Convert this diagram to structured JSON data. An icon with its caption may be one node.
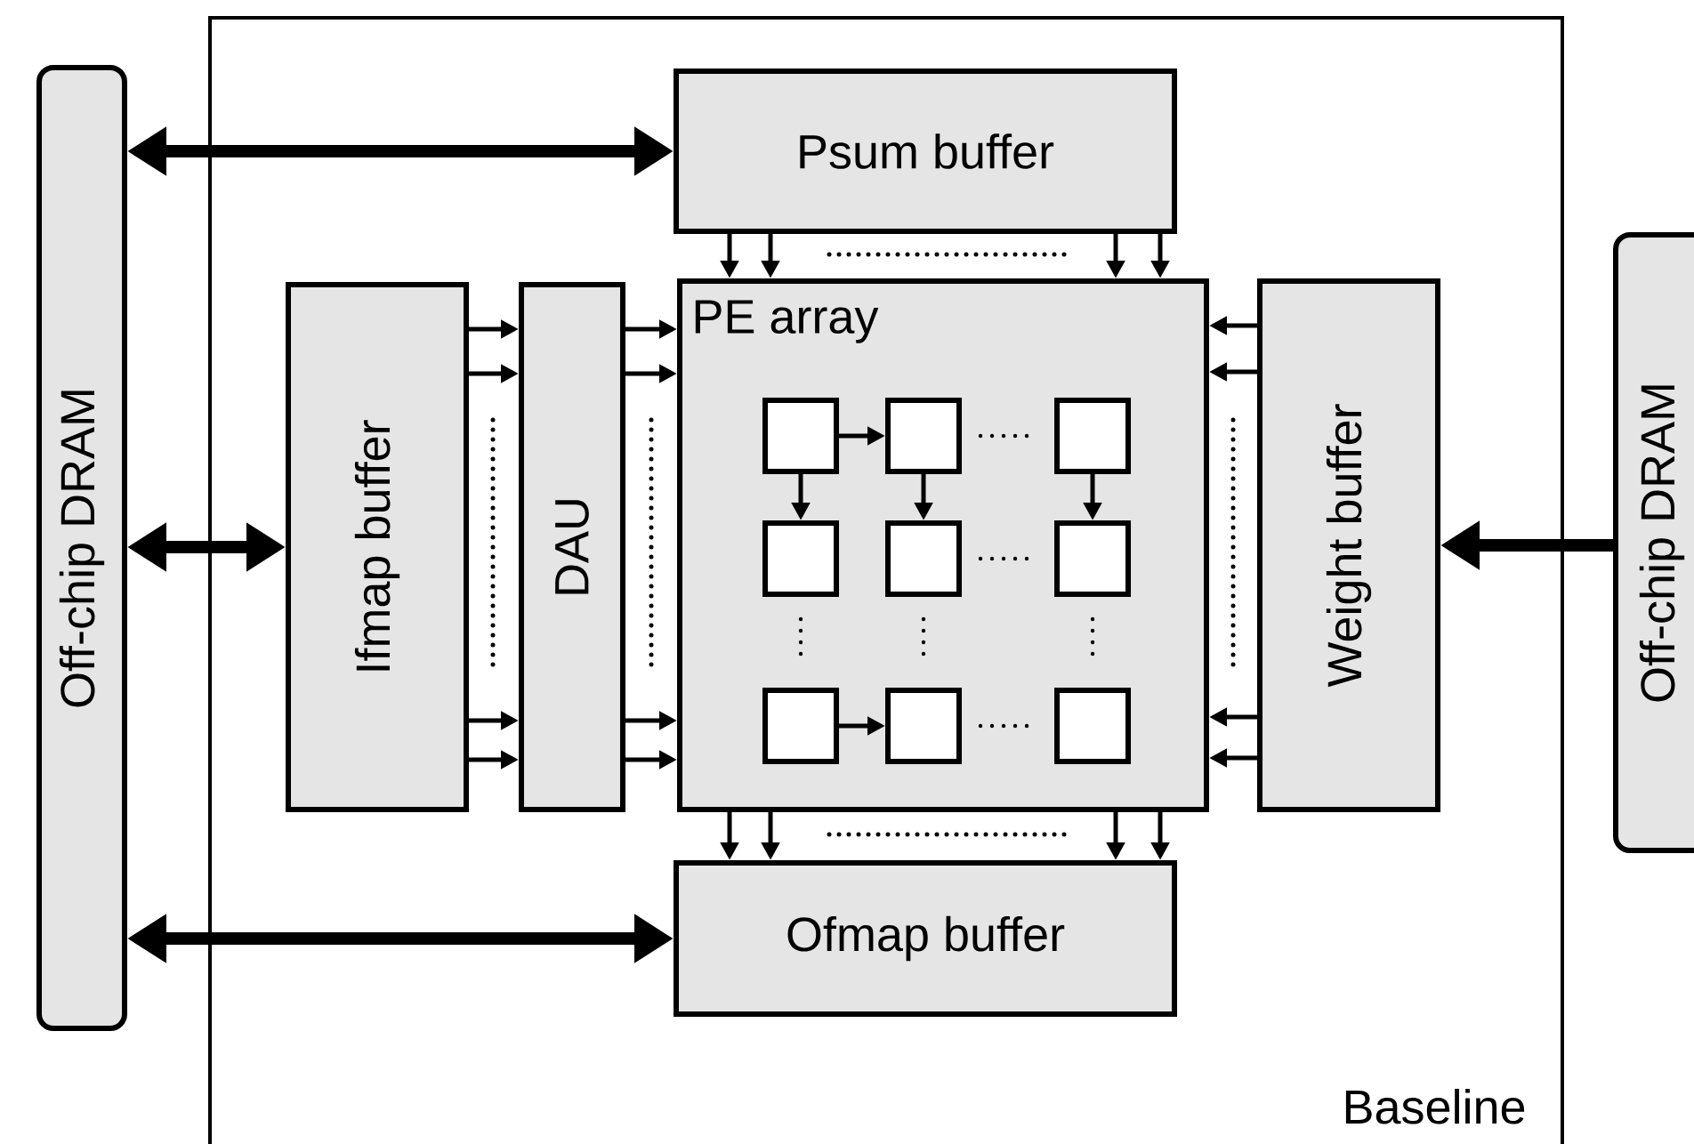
{
  "diagram": {
    "nodes": [
      {
        "text": [
          "Baseline"
        ]
      },
      {
        "text": [
          "Off-chip DRAM"
        ]
      },
      {
        "text": [
          "Psum buffer"
        ],
        "in": 0
      },
      {
        "text": [
          "Ifmap buffer"
        ],
        "in": 0
      },
      {
        "text": [
          "DAU"
        ],
        "in": 0
      },
      {
        "text": [
          "PE array"
        ],
        "in": 0
      },
      {
        "text": [],
        "shape": "box",
        "in": 5
      },
      {
        "text": [],
        "shape": "box",
        "in": 5
      },
      {
        "text": [],
        "shape": "box",
        "in": 5
      },
      {
        "text": [],
        "shape": "box",
        "in": 5
      },
      {
        "text": [],
        "shape": "box",
        "in": 5
      },
      {
        "text": [],
        "shape": "box",
        "in": 5
      },
      {
        "text": [],
        "shape": "box",
        "in": 5
      },
      {
        "text": [],
        "shape": "box",
        "in": 5
      },
      {
        "text": [],
        "shape": "box",
        "in": 5
      },
      {
        "text": [
          "Weight buffer"
        ],
        "in": 0
      },
      {
        "text": [
          "Ofmap buffer"
        ],
        "in": 0
      },
      {
        "text": [
          "Off-chip DRAM"
        ]
      }
    ],
    "edges": [
      {
        "from": 1,
        "to": 2,
        "arrow": "both",
        "style": "thick"
      },
      {
        "from": 1,
        "to": 3,
        "arrow": "both",
        "style": "thick"
      },
      {
        "from": 1,
        "to": 16,
        "arrow": "both",
        "style": "thick"
      },
      {
        "from": 17,
        "to": 15,
        "arrow": "to",
        "style": "thick"
      },
      {
        "from": 2,
        "to": 5,
        "arrow": "to"
      },
      {
        "from": 2,
        "to": 5,
        "arrow": "to"
      },
      {
        "from": 2,
        "to": 5,
        "arrow": "to"
      },
      {
        "from": 2,
        "to": 5,
        "arrow": "to"
      },
      {
        "from": 3,
        "to": 4,
        "arrow": "to"
      },
      {
        "from": 3,
        "to": 4,
        "arrow": "to"
      },
      {
        "from": 3,
        "to": 4,
        "arrow": "to"
      },
      {
        "from": 3,
        "to": 4,
        "arrow": "to"
      },
      {
        "from": 4,
        "to": 5,
        "arrow": "to"
      },
      {
        "from": 4,
        "to": 5,
        "arrow": "to"
      },
      {
        "from": 4,
        "to": 5,
        "arrow": "to"
      },
      {
        "from": 4,
        "to": 5,
        "arrow": "to"
      },
      {
        "from": 15,
        "to": 5,
        "arrow": "to"
      },
      {
        "from": 15,
        "to": 5,
        "arrow": "to"
      },
      {
        "from": 15,
        "to": 5,
        "arrow": "to"
      },
      {
        "from": 15,
        "to": 5,
        "arrow": "to"
      },
      {
        "from": 5,
        "to": 16,
        "arrow": "to"
      },
      {
        "from": 5,
        "to": 16,
        "arrow": "to"
      },
      {
        "from": 5,
        "to": 16,
        "arrow": "to"
      },
      {
        "from": 5,
        "to": 16,
        "arrow": "to"
      },
      {
        "from": 6,
        "to": 7,
        "arrow": "to"
      },
      {
        "from": 6,
        "to": 9,
        "arrow": "to"
      },
      {
        "from": 7,
        "to": 10,
        "arrow": "to"
      },
      {
        "from": 8,
        "to": 11,
        "arrow": "to"
      },
      {
        "from": 12,
        "to": 13,
        "arrow": "to"
      }
    ]
  }
}
